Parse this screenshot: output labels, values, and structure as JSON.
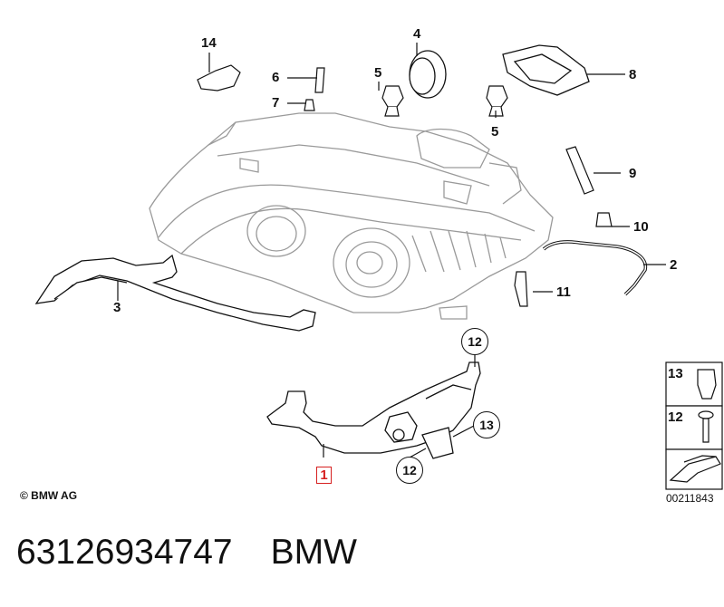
{
  "callouts": {
    "p1": "1",
    "p2": "2",
    "p3": "3",
    "p4": "4",
    "p5a": "5",
    "p5b": "5",
    "p6": "6",
    "p7": "7",
    "p8": "8",
    "p9": "9",
    "p10": "10",
    "p11": "11",
    "p12a": "12",
    "p12b": "12",
    "p13": "13",
    "p14": "14"
  },
  "legend": {
    "item13": "13",
    "item12": "12"
  },
  "copyright": "© BMW AG",
  "diagram_id": "00211843",
  "footer": {
    "part_number": "63126934747",
    "brand": "BMW"
  },
  "colors": {
    "highlight": "#d62020",
    "line": "#111111",
    "faint": "#aaaaaa"
  }
}
